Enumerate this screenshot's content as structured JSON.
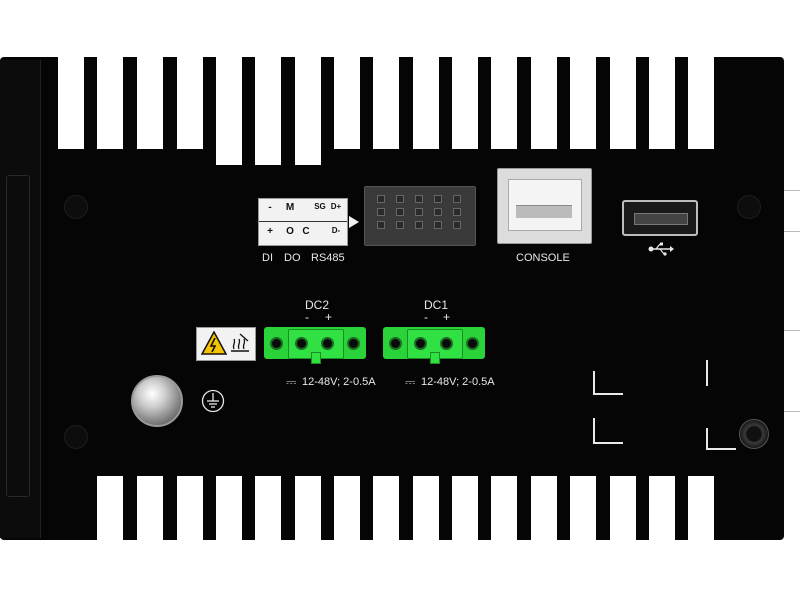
{
  "device": {
    "colors": {
      "body": "#050505",
      "terminal_green": "#2ad33a",
      "fin_gap": "#ffffff",
      "label_white": "#f2f2f2"
    },
    "io_block": {
      "top_row": [
        "-",
        "M",
        "SG",
        "D+"
      ],
      "bottom_row": [
        "+",
        "O",
        "C",
        "D-"
      ],
      "labels": [
        "DI",
        "DO",
        "RS485"
      ]
    },
    "ports": {
      "console_label": "CONSOLE",
      "usb_icon": "usb-icon"
    },
    "power": {
      "dc2": {
        "label": "DC2",
        "minus": "-",
        "plus": "+",
        "rating": "12-48V; 2-0.5A"
      },
      "dc1": {
        "label": "DC1",
        "minus": "-",
        "plus": "+",
        "rating": "12-48V; 2-0.5A"
      },
      "dc_symbol": "⎓"
    },
    "icons": {
      "warning": "warning-icon",
      "hot_surface": "hot-surface-icon",
      "ground": "ground-icon"
    }
  }
}
